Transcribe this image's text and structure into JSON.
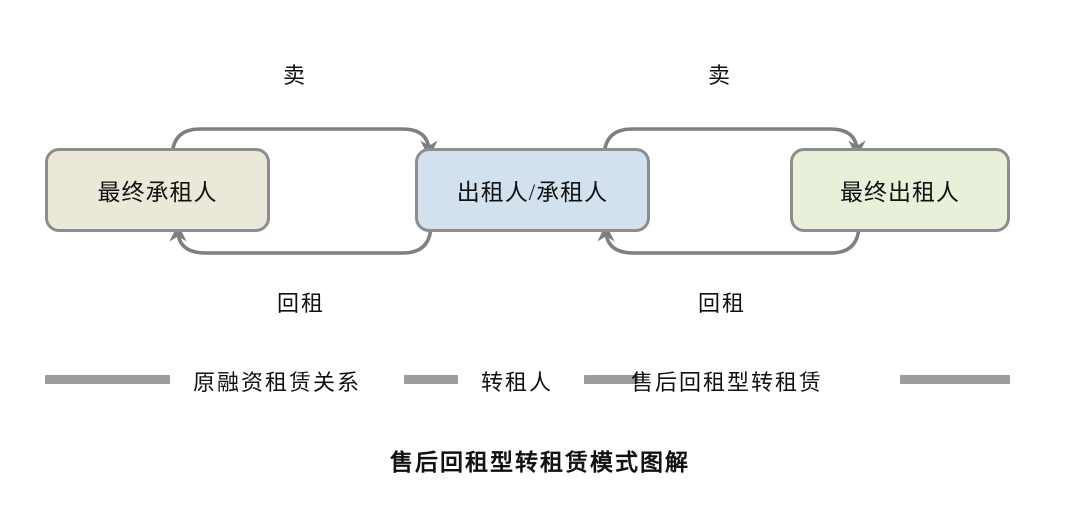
{
  "diagram": {
    "nodes": [
      {
        "id": "final-lessee",
        "label": "最终承租人",
        "fill": "#ebe7d9"
      },
      {
        "id": "lessor-lessee",
        "label": "出租人/承租人",
        "fill": "#d3e1ee"
      },
      {
        "id": "final-lessor",
        "label": "最终出租人",
        "fill": "#e8f0da"
      }
    ],
    "edge_labels": {
      "sell_left": "卖",
      "sell_right": "卖",
      "leaseback_left": "回租",
      "leaseback_right": "回租"
    },
    "legend": [
      {
        "label": "原融资租赁关系"
      },
      {
        "label": "转租人"
      },
      {
        "label": "售后回租型转租赁"
      }
    ],
    "caption": "售后回租型转租赁模式图解",
    "colors": {
      "arrow": "#7f7f7f",
      "node_border": "#8d8d8d",
      "legend_bar": "#9c9c9c",
      "background": "#ffffff"
    }
  }
}
